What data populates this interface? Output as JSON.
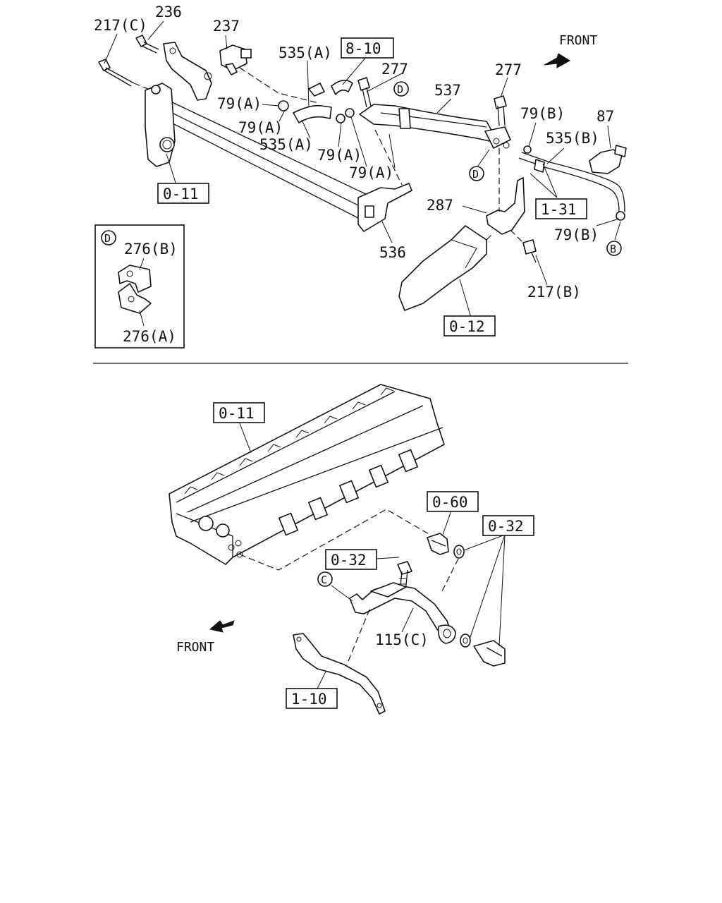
{
  "upper": {
    "labels": {
      "p217c": "217(C)",
      "p236": "236",
      "p237": "237",
      "p535a_top": "535(A)",
      "p277_a": "277",
      "p277_b": "277",
      "p537": "537",
      "p79a_1": "79(A)",
      "p79a_2": "79(A)",
      "p535a_mid": "535(A)",
      "p79a_3": "79(A)",
      "p79a_4": "79(A)",
      "p79b_1": "79(B)",
      "p87": "87",
      "p535b": "535(B)",
      "p287": "287",
      "p79b_2": "79(B)",
      "p536": "536",
      "p217b": "217(B)",
      "p276b": "276(B)",
      "p276a": "276(A)"
    },
    "ref_boxes": {
      "r8_10": "8-10",
      "r0_11": "0-11",
      "r1_31": "1-31",
      "r0_12": "0-12"
    },
    "markers": {
      "d1": "D",
      "d2": "D",
      "d3": "D",
      "b1": "B"
    },
    "front": "FRONT"
  },
  "lower": {
    "labels": {
      "p115c": "115(C)"
    },
    "ref_boxes": {
      "r0_11": "0-11",
      "r0_60": "0-60",
      "r0_32_right": "0-32",
      "r0_32_left": "0-32",
      "r1_10": "1-10"
    },
    "markers": {
      "c1": "C"
    },
    "front": "FRONT"
  }
}
